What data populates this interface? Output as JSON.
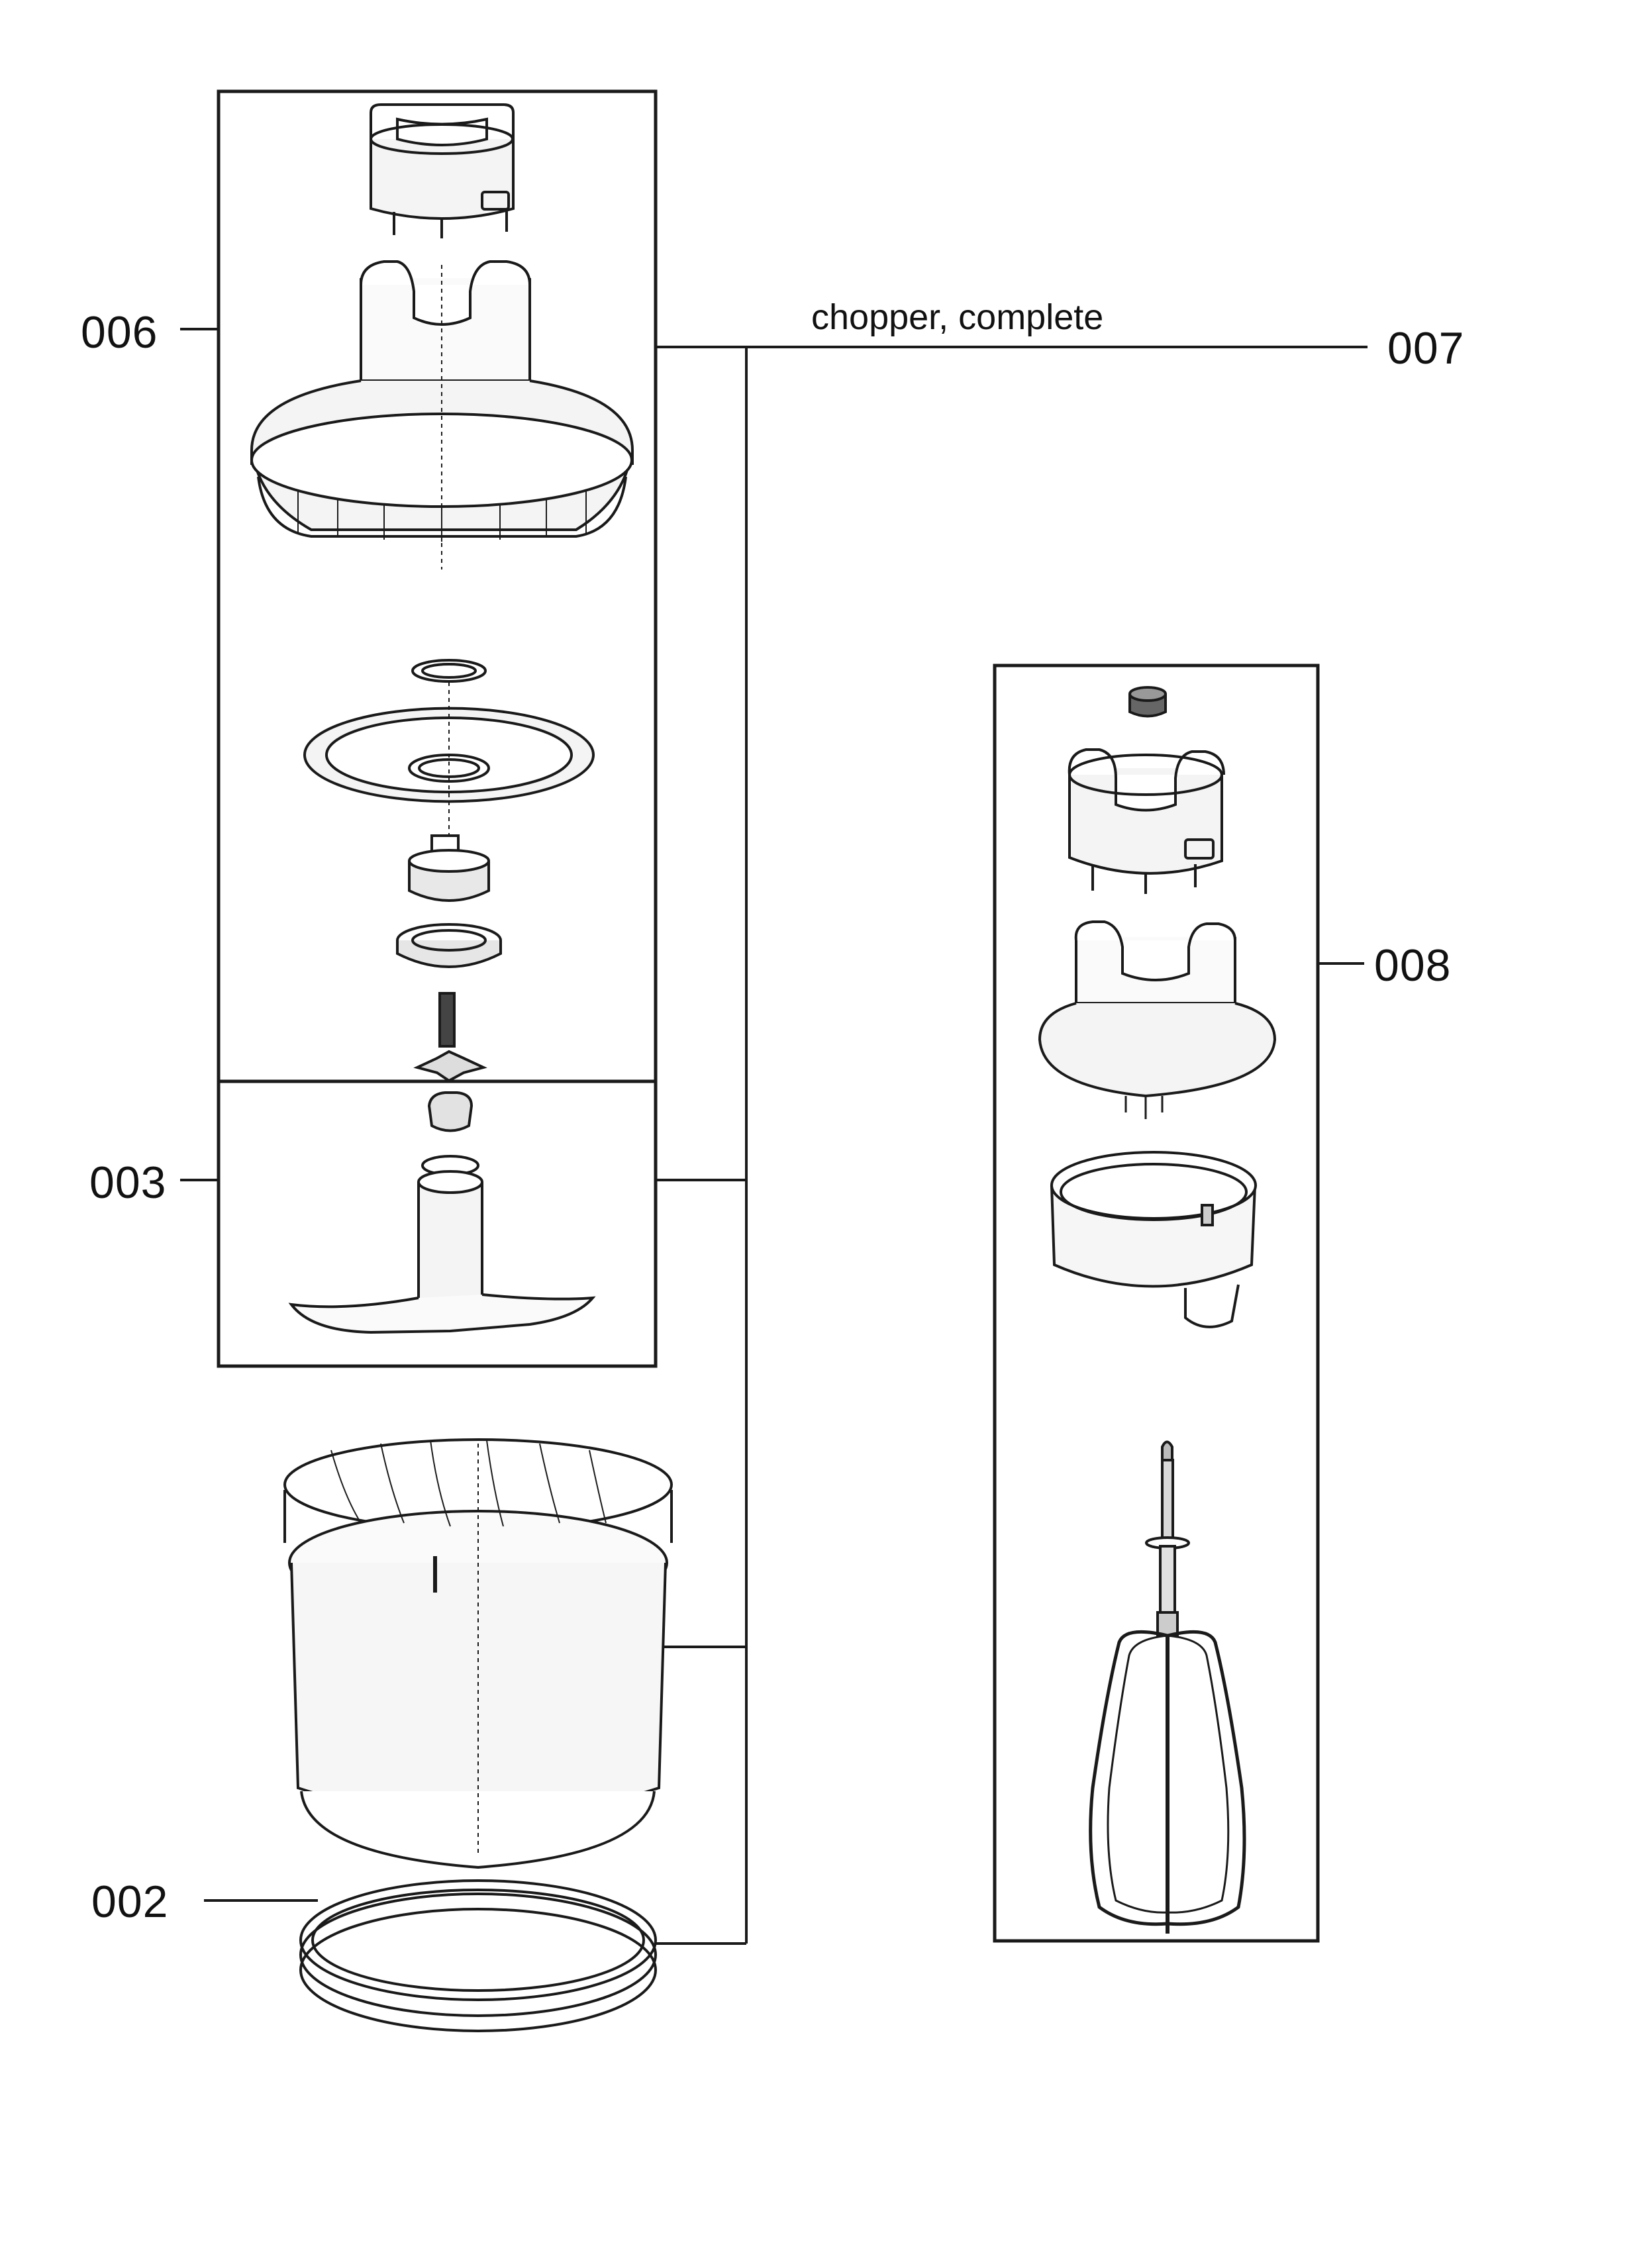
{
  "callouts": {
    "c006": "006",
    "c007": "007",
    "c003": "003",
    "c002": "002",
    "c008": "008"
  },
  "labels": {
    "chopper_complete": "chopper, complete"
  },
  "colors": {
    "line": "#1a1a1a",
    "part_fill": "#f4f4f4",
    "part_fill_dark": "#d9d9d9",
    "background": "#ffffff"
  }
}
